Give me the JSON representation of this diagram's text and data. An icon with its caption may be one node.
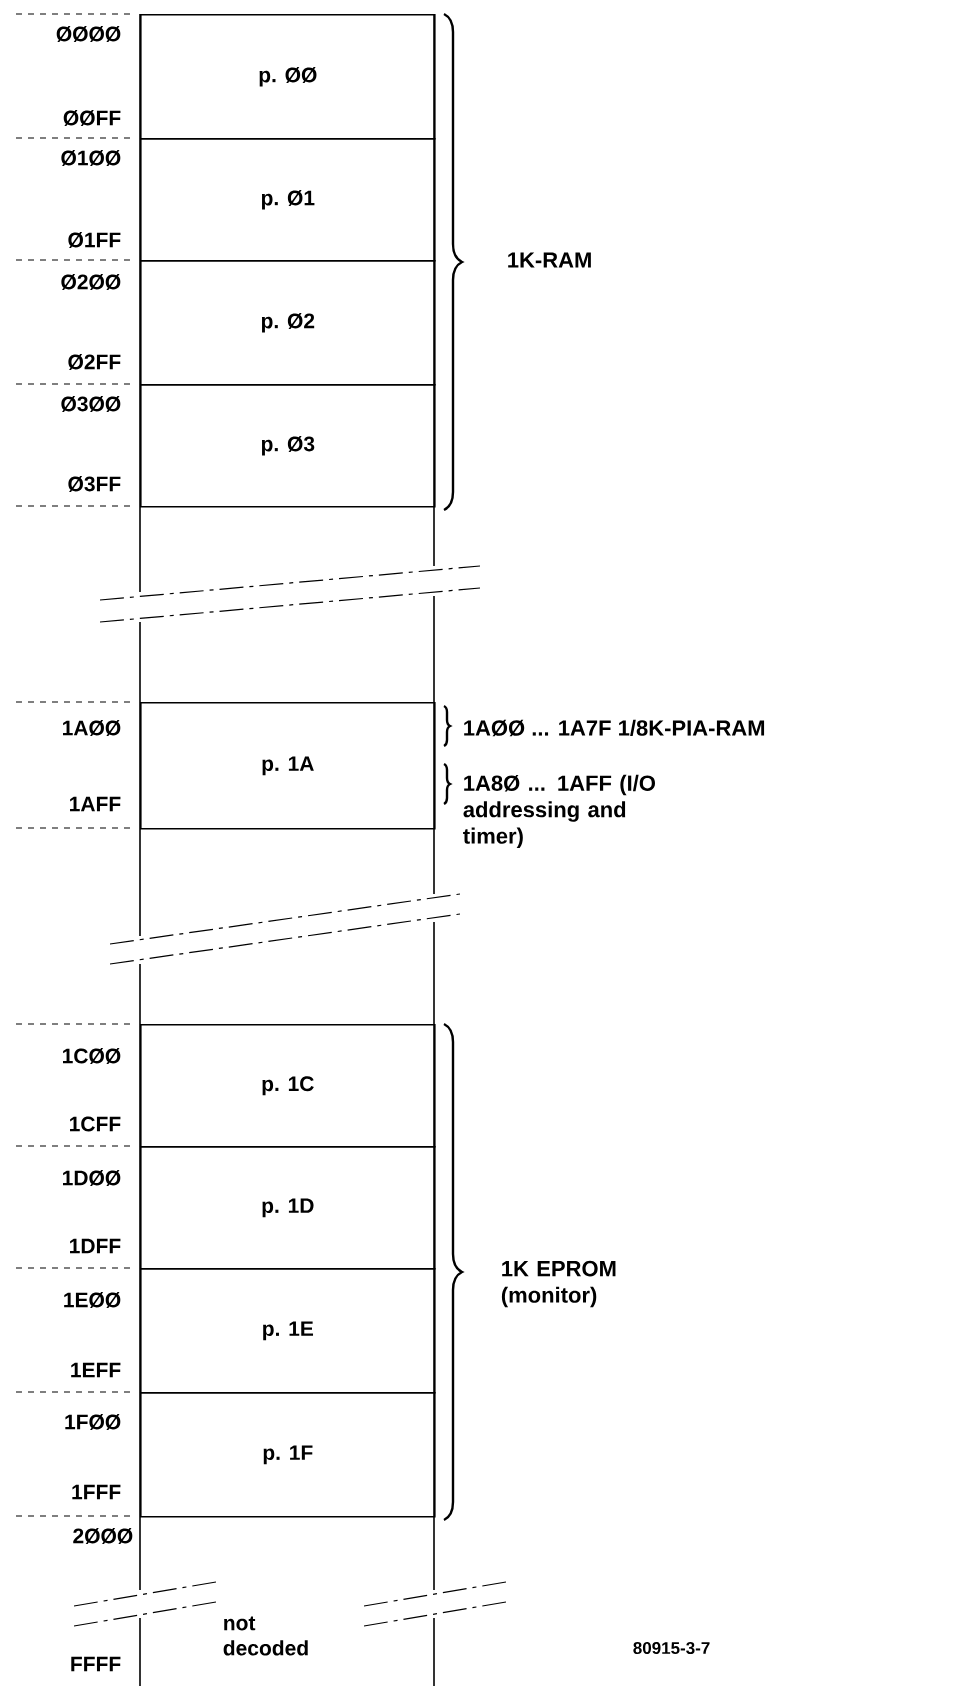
{
  "diagram": {
    "nodes": [
      {
        "text": [
          "p. ØØ"
        ]
      },
      {
        "text": [
          "p. Ø1"
        ]
      },
      {
        "text": [
          "p. Ø2"
        ]
      },
      {
        "text": [
          "p. Ø3"
        ]
      },
      {
        "text": [
          "p. 1A"
        ]
      },
      {
        "text": [
          "p. 1C"
        ]
      },
      {
        "text": [
          "p. 1D"
        ]
      },
      {
        "text": [
          "p. 1E"
        ]
      },
      {
        "text": [
          "p. 1F"
        ]
      }
    ],
    "labels": [
      "ØØØØ",
      "ØØFF",
      "Ø1ØØ",
      "Ø1FF",
      "1K-RAM",
      "Ø2ØØ",
      "Ø2FF",
      "Ø3ØØ",
      "Ø3FF",
      "1AØØ",
      "1AØØ ... 1A7F 1/8K-PIA-RAM",
      "1AFF",
      "1A8Ø ... 1AFF (I/O addressing and timer)",
      "1CØØ",
      "1CFF",
      "1DØØ",
      "1DFF",
      "1K EPROM (monitor)",
      "1EØØ",
      "1EFF",
      "1FØØ",
      "1FFF",
      "2ØØØ",
      "not decoded",
      "FFFF",
      "80915-3-7"
    ]
  }
}
